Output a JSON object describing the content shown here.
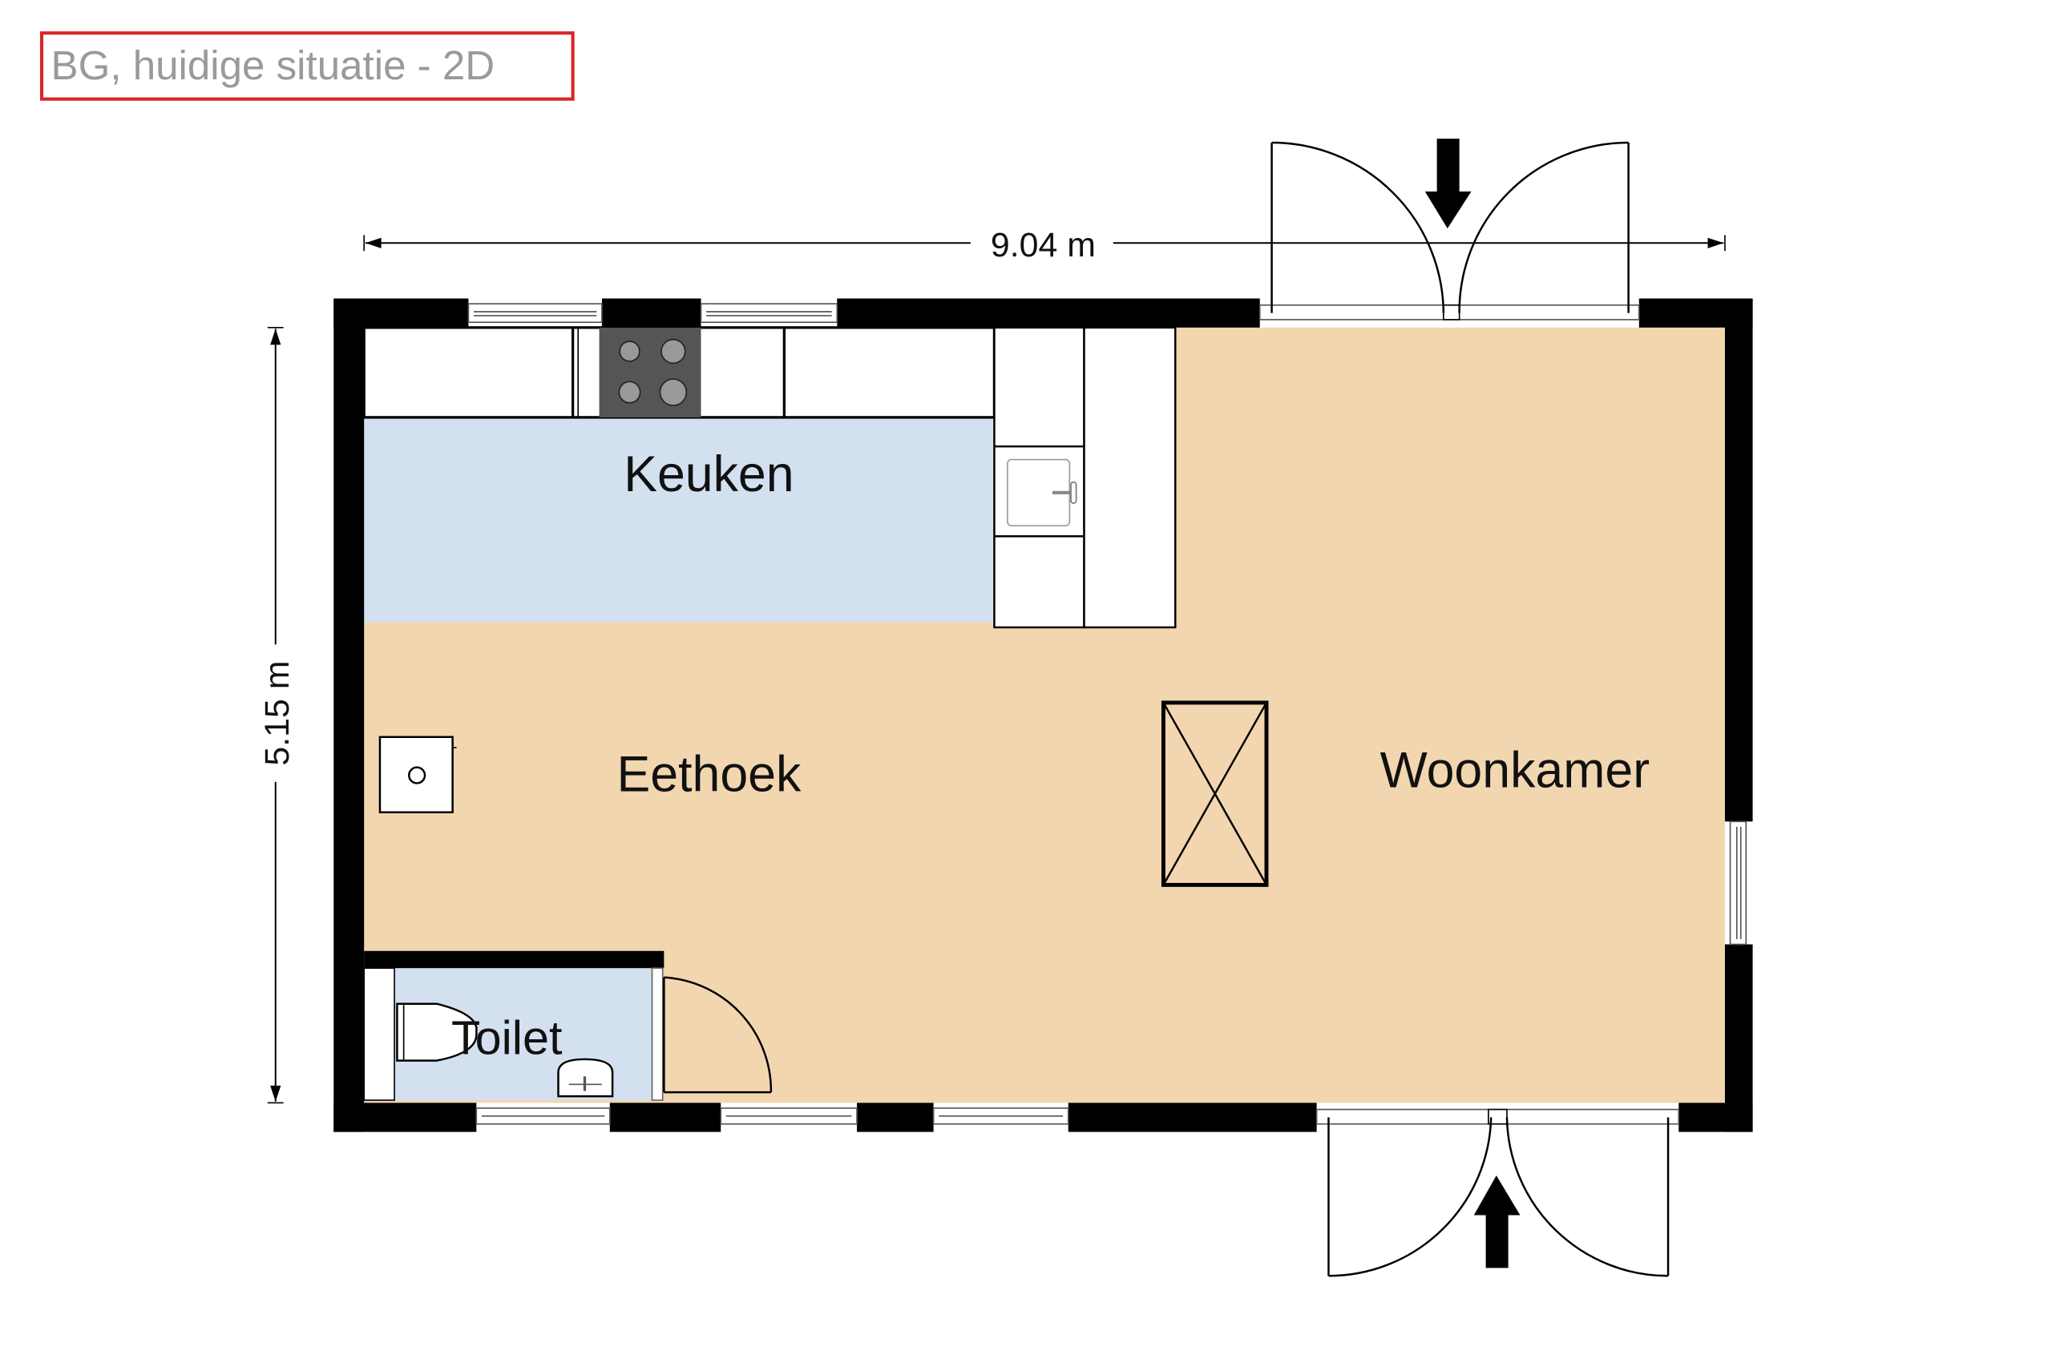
{
  "title": "BG, huidige situatie - 2D",
  "dimensions": {
    "width": "9.04 m",
    "depth": "5.15 m"
  },
  "rooms": {
    "kitchen": "Keuken",
    "dining": "Eethoek",
    "living": "Woonkamer",
    "toilet": "Toilet"
  },
  "colors": {
    "floor": "#f2d6b0",
    "wet_room": "#d3e0ef",
    "title_border": "#d9262b",
    "stove": "#555555"
  },
  "icons": [
    "entrance-arrow-down-icon",
    "entrance-arrow-up-icon",
    "stove-icon",
    "sink-icon",
    "toilet-icon",
    "washbasin-icon",
    "void-icon"
  ]
}
